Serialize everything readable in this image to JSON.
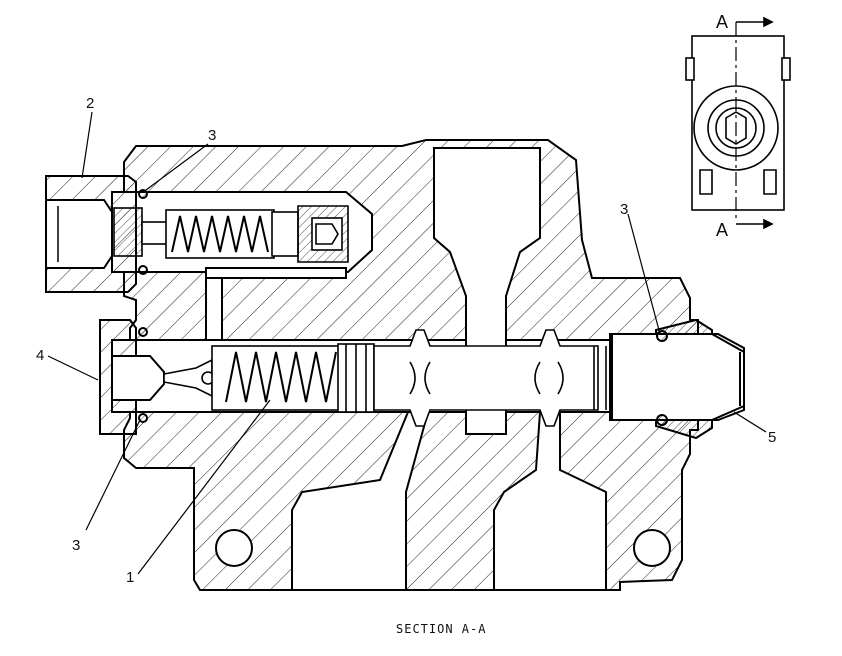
{
  "drawing": {
    "caption": "SECTION A-A",
    "view_marker": "A",
    "callouts": [
      "2",
      "3",
      "4",
      "3",
      "1",
      "3",
      "5"
    ]
  }
}
